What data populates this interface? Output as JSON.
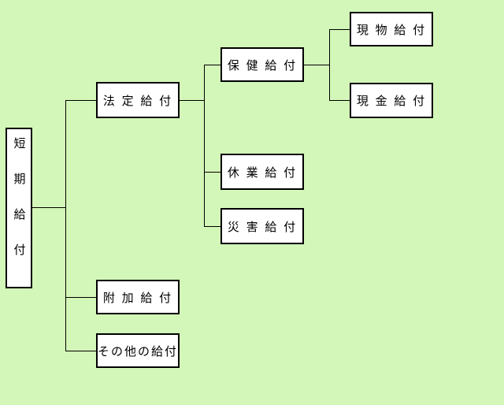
{
  "diagram": {
    "type": "tree",
    "colors": {
      "background": "#d3f7b8",
      "node_fill": "#ffffff",
      "node_border": "#000000",
      "line": "#000000",
      "text": "#000000"
    },
    "nodes": {
      "tanki": {
        "label": "短期給付"
      },
      "houtei": {
        "label": "法 定 給 付"
      },
      "fuka": {
        "label": "附 加 給 付"
      },
      "sonota": {
        "label": "その他の給付"
      },
      "hoken": {
        "label": "保 健 給 付"
      },
      "kyugyo": {
        "label": "休 業 給 付"
      },
      "saigai": {
        "label": "災 害 給 付"
      },
      "genbutsu": {
        "label": "現 物 給 付"
      },
      "genkin": {
        "label": "現 金 給 付"
      }
    },
    "hierarchy": {
      "label": "短期給付",
      "children": [
        {
          "label": "法定給付",
          "children": [
            {
              "label": "保健給付",
              "children": [
                {
                  "label": "現物給付"
                },
                {
                  "label": "現金給付"
                }
              ]
            },
            {
              "label": "休業給付"
            },
            {
              "label": "災害給付"
            }
          ]
        },
        {
          "label": "附加給付"
        },
        {
          "label": "その他の給付"
        }
      ]
    }
  }
}
